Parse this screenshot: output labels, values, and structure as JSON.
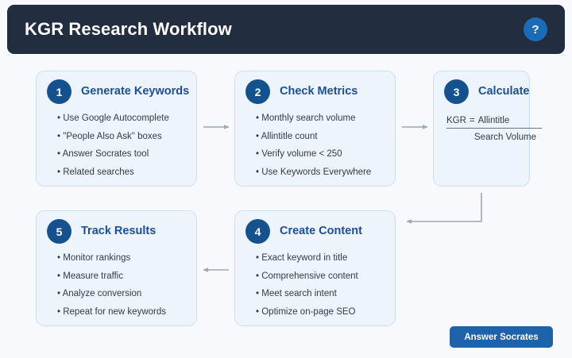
{
  "header": {
    "title": "KGR Research Workflow",
    "help_label": "?",
    "bar_color": "#222d3f",
    "help_color": "#1b6cb8"
  },
  "theme": {
    "page_background": "#f7f9fc",
    "card_background": "#eef4fc",
    "card_border": "#cddff3",
    "badge_color": "#16518f",
    "title_color": "#1a4fa0",
    "text_color": "#333b47",
    "connector_color": "#9aa7b4",
    "button_color": "#1e62ab"
  },
  "cards": [
    {
      "number": "1",
      "title": "Generate Keywords",
      "bullets": [
        "Use Google Autocomplete",
        "\"People Also Ask\" boxes",
        "Answer Socrates tool",
        "Related searches"
      ]
    },
    {
      "number": "2",
      "title": "Check Metrics",
      "bullets": [
        "Monthly search volume",
        "Allintitle count",
        "Verify volume < 250",
        "Use Keywords Everywhere"
      ]
    },
    {
      "number": "3",
      "title": "Calculate",
      "formula": {
        "left": "KGR",
        "equals": "=",
        "numerator": "Allintitle",
        "denominator": "Search Volume"
      }
    },
    {
      "number": "4",
      "title": "Create Content",
      "bullets": [
        "Exact keyword in title",
        "Comprehensive content",
        "Meet search intent",
        "Optimize on-page SEO"
      ]
    },
    {
      "number": "5",
      "title": "Track Results",
      "bullets": [
        "Monitor rankings",
        "Measure traffic",
        "Analyze conversion",
        "Repeat for new keywords"
      ]
    }
  ],
  "footer": {
    "button_label": "Answer Socrates"
  }
}
